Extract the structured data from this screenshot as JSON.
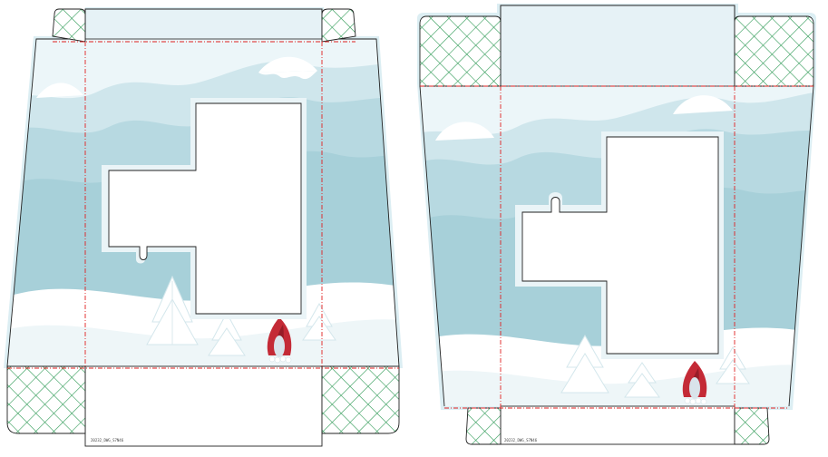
{
  "dielines": [
    {
      "id": "left",
      "code_text": "20232_DWG_S7N46"
    },
    {
      "id": "right",
      "code_text": "20232_DWG_S7N46"
    }
  ],
  "colors": {
    "sky_light": "#ecf6f9",
    "hill_far": "#cfe6ec",
    "hill_mid": "#b7d9e1",
    "hill_near": "#a7d0d9",
    "snow": "#ffffff",
    "panel_tint": "#dceef3",
    "glue_grid": "#2e9a55",
    "cut_line": "#222222",
    "fold_line": "#e02020",
    "gift_red": "#c42a36",
    "gift_dark": "#7a1520",
    "crystal": "#d9e3ea"
  },
  "icons": {
    "tree": "snowy-pine-tree-icon",
    "gift": "red-gift-sack-icon",
    "glue": "glue-area-crosshatch"
  }
}
